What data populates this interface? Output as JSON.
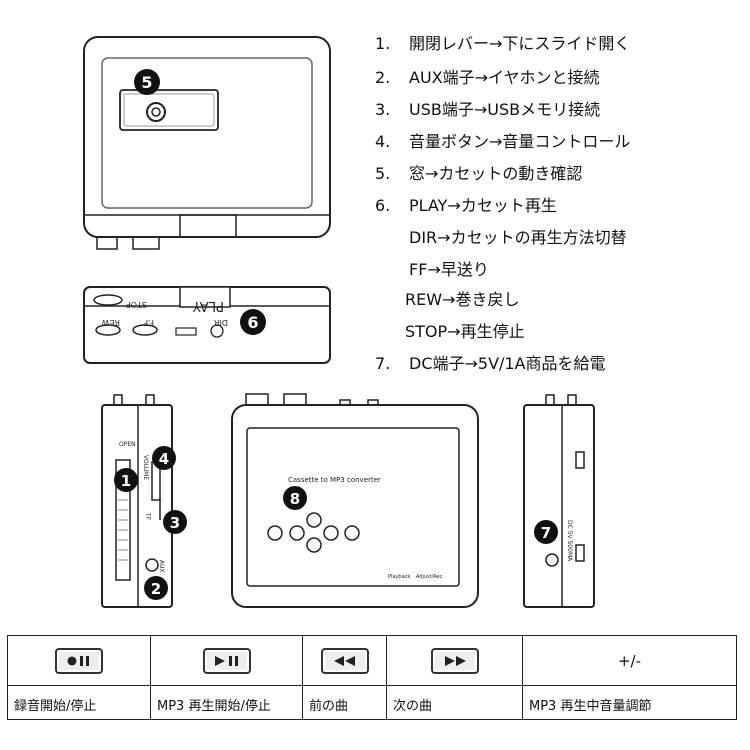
{
  "instructions": [
    {
      "num": "1.",
      "text": "開閉レバー→下にスライド開く"
    },
    {
      "num": "2.",
      "text": "AUX端子→イヤホンと接続"
    },
    {
      "num": "3.",
      "text": "USB端子→USBメモリ接続"
    },
    {
      "num": "4.",
      "text": "音量ボタン→音量コントロール"
    },
    {
      "num": "5.",
      "text": "窓→カセットの動き確認"
    },
    {
      "num": "6.",
      "text": "PLAY→カセット再生"
    },
    {
      "num": "",
      "text": "DIR→カセットの再生方法切替"
    },
    {
      "num": "",
      "text": "FF→早送り"
    },
    {
      "num": "",
      "text": "REW→巻き戻し"
    },
    {
      "num": "",
      "text": "STOP→再生停止"
    },
    {
      "num": "7.",
      "text": "DC端子→5V/1A商品を給電"
    }
  ],
  "device_labels": {
    "play": "PLAY",
    "stop": "STOP",
    "rew": "REW",
    "ff": "F.F",
    "dir": "DIR",
    "open": "OPEN",
    "volume": "VOLUME",
    "tf": "TF",
    "aux": "AUX",
    "converter": "Cassette to MP3 converter",
    "dc": "DC 5V 500MA",
    "playback": "Playback",
    "adjust": "Adjust/Rec"
  },
  "callouts": [
    "1",
    "2",
    "3",
    "4",
    "5",
    "6",
    "7",
    "8"
  ],
  "table": {
    "headers": [
      {
        "icon": "record-pause-icon",
        "glyph": "●II"
      },
      {
        "icon": "play-pause-icon",
        "glyph": "▶II"
      },
      {
        "icon": "rewind-icon",
        "glyph": "◀◀"
      },
      {
        "icon": "fast-forward-icon",
        "glyph": "▶▶"
      },
      {
        "icon": "plus-minus",
        "glyph": "+/-"
      }
    ],
    "descriptions": [
      "録音開始/停止",
      "MP3 再生開始/停止",
      "前の曲",
      "次の曲",
      "MP3 再生中音量調節"
    ]
  }
}
